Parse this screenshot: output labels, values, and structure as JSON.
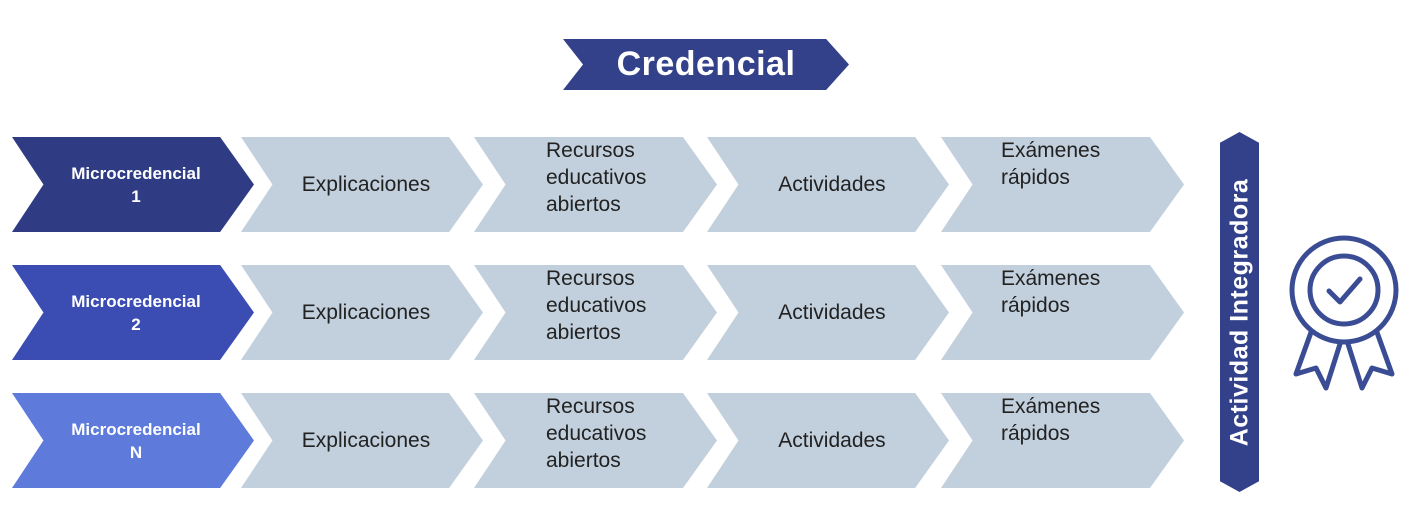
{
  "banner": {
    "label": "Credencial",
    "color": "#33408a"
  },
  "rows": [
    {
      "micro_line1": "Microcredencial",
      "micro_line2": "1",
      "color": "#2f3c84",
      "steps": [
        "Explicaciones",
        "Recursos",
        "educativos",
        "abiertos",
        "Actividades",
        "Exámenes",
        "rápidos"
      ]
    },
    {
      "micro_line1": "Microcredencial",
      "micro_line2": "2",
      "color": "#3b4db2",
      "steps": [
        "Explicaciones",
        "Recursos",
        "educativos",
        "abiertos",
        "Actividades",
        "Exámenes",
        "rápidos"
      ]
    },
    {
      "micro_line1": "Microcredencial",
      "micro_line2": "N",
      "color": "#5e7bdc",
      "steps": [
        "Explicaciones",
        "Recursos",
        "educativos",
        "abiertos",
        "Actividades",
        "Exámenes",
        "rápidos"
      ]
    }
  ],
  "integradora": {
    "label": "Actividad Integradora",
    "color": "#33408a"
  },
  "icons": {
    "badge": "award-ribbon-checkmark-icon",
    "badge_color": "#3a4c94"
  }
}
